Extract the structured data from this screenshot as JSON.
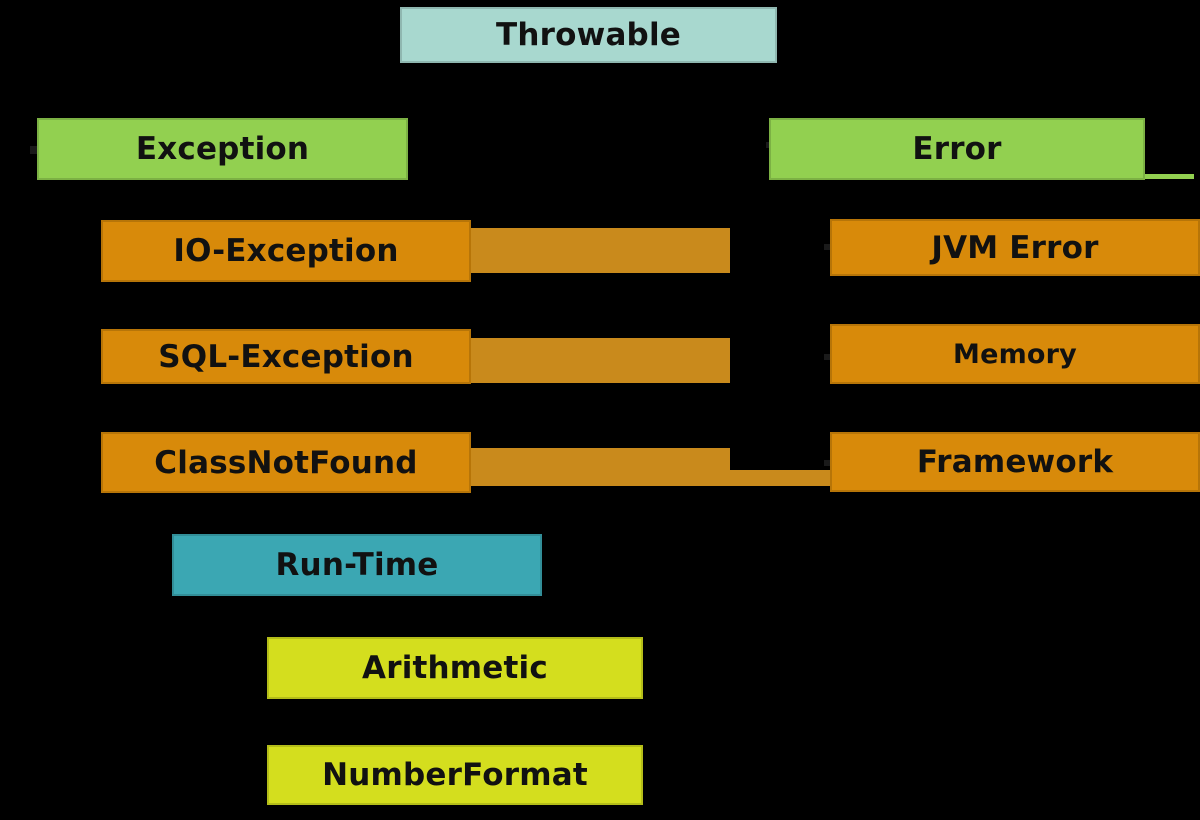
{
  "colors": {
    "background": "#000000",
    "root": "#a8d8cf",
    "category": "#92d050",
    "checked": "#d88a0a",
    "checked_bar": "#c98a1c",
    "runtime": "#3ba7b3",
    "unchecked": "#d4de1e"
  },
  "diagram": {
    "root": {
      "label": "Throwable"
    },
    "exception": {
      "label": "Exception"
    },
    "error": {
      "label": "Error"
    },
    "io_exception": {
      "label": "IO-Exception"
    },
    "sql_exception": {
      "label": "SQL-Exception"
    },
    "class_not_found": {
      "label": "ClassNotFound"
    },
    "run_time": {
      "label": "Run-Time"
    },
    "arithmetic": {
      "label": "Arithmetic"
    },
    "number_format": {
      "label": "NumberFormat"
    },
    "jvm_error": {
      "label": "JVM Error"
    },
    "memory": {
      "label": "Memory"
    },
    "framework": {
      "label": "Framework"
    }
  }
}
